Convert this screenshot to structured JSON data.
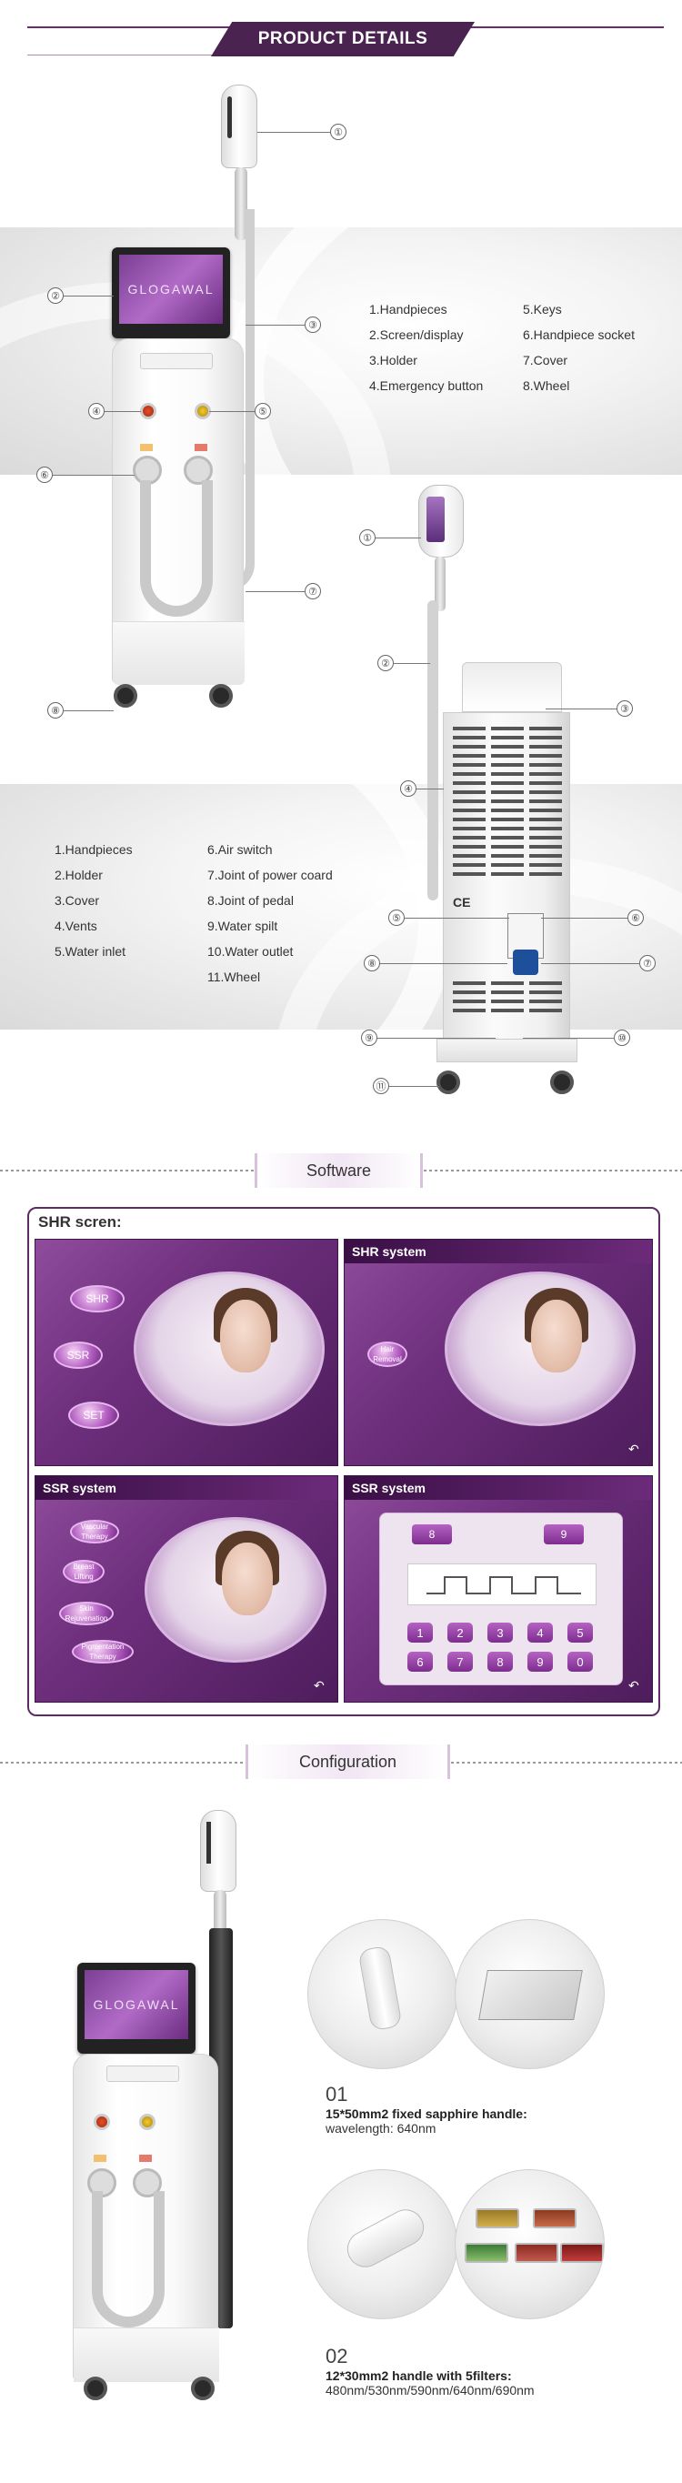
{
  "header": {
    "title": "PRODUCT DETAILS"
  },
  "front_view": {
    "screen_brand": "GLOGAWAL",
    "callouts": [
      "①",
      "②",
      "③",
      "④",
      "⑤",
      "⑥",
      "⑦",
      "⑧"
    ],
    "legend_col1": [
      "1.Handpieces",
      "2.Screen/display",
      "3.Holder",
      "4.Emergency button"
    ],
    "legend_col2": [
      "5.Keys",
      "6.Handpiece socket",
      "7.Cover",
      "8.Wheel"
    ]
  },
  "side_view": {
    "callouts": [
      "①",
      "②",
      "③",
      "④",
      "⑤",
      "⑥",
      "⑦",
      "⑧",
      "⑨",
      "⑩",
      "⑪"
    ],
    "ce_mark": "CE",
    "legend_col1": [
      "1.Handpieces",
      "2.Holder",
      "3.Cover",
      "4.Vents",
      "5.Water inlet"
    ],
    "legend_col2": [
      "6.Air switch",
      "7.Joint of power coard",
      "8.Joint of pedal",
      "9.Water spilt",
      "10.Water outlet",
      "11.Wheel"
    ]
  },
  "software": {
    "section_title": "Software",
    "label": "SHR scren:",
    "panel1": {
      "buttons": [
        "SHR",
        "SSR",
        "SET"
      ]
    },
    "panel2": {
      "title": "SHR system",
      "button": "Hair Removal"
    },
    "panel3": {
      "title": "SSR system",
      "buttons": [
        "Vascular Therapy",
        "Breast Lifting",
        "Skin Rejuvenation",
        "Pigmentation Therapy"
      ]
    },
    "panel4": {
      "title": "SSR system",
      "keys_row1": [
        "1",
        "2",
        "3",
        "4",
        "5"
      ],
      "keys_row2": [
        "6",
        "7",
        "8",
        "9",
        "0"
      ],
      "btn_a": "8",
      "btn_b": "9"
    },
    "back_icon": "↶"
  },
  "configuration": {
    "section_title": "Configuration",
    "screen_brand": "GLOGAWAL",
    "item1": {
      "num": "01",
      "title": "15*50mm2 fixed sapphire handle:",
      "sub": "wavelength: 640nm"
    },
    "item2": {
      "num": "02",
      "title": "12*30mm2 handle with 5filters:",
      "sub": "480nm/530nm/590nm/640nm/690nm"
    }
  }
}
